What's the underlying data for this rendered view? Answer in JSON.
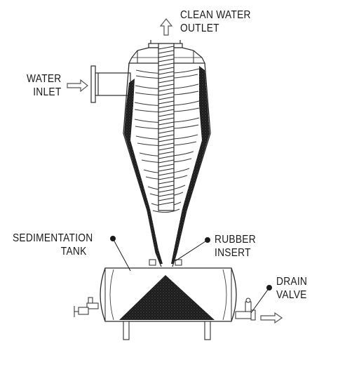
{
  "labels": {
    "clean_water_outlet": {
      "line1": "CLEAN WATER",
      "line2": "OUTLET"
    },
    "water_inlet": {
      "line1": "WATER",
      "line2": "INLET"
    },
    "sedimentation_tank": {
      "line1": "SEDIMENTATION",
      "line2": "TANK"
    },
    "rubber_insert": {
      "line1": "RUBBER",
      "line2": "INSERT"
    },
    "drain_valve": {
      "line1": "DRAIN",
      "line2": "VALVE"
    }
  },
  "colors": {
    "line": "#2a2a2a",
    "sediment": "#1c1c1c",
    "arrow_outline": "#555555"
  }
}
